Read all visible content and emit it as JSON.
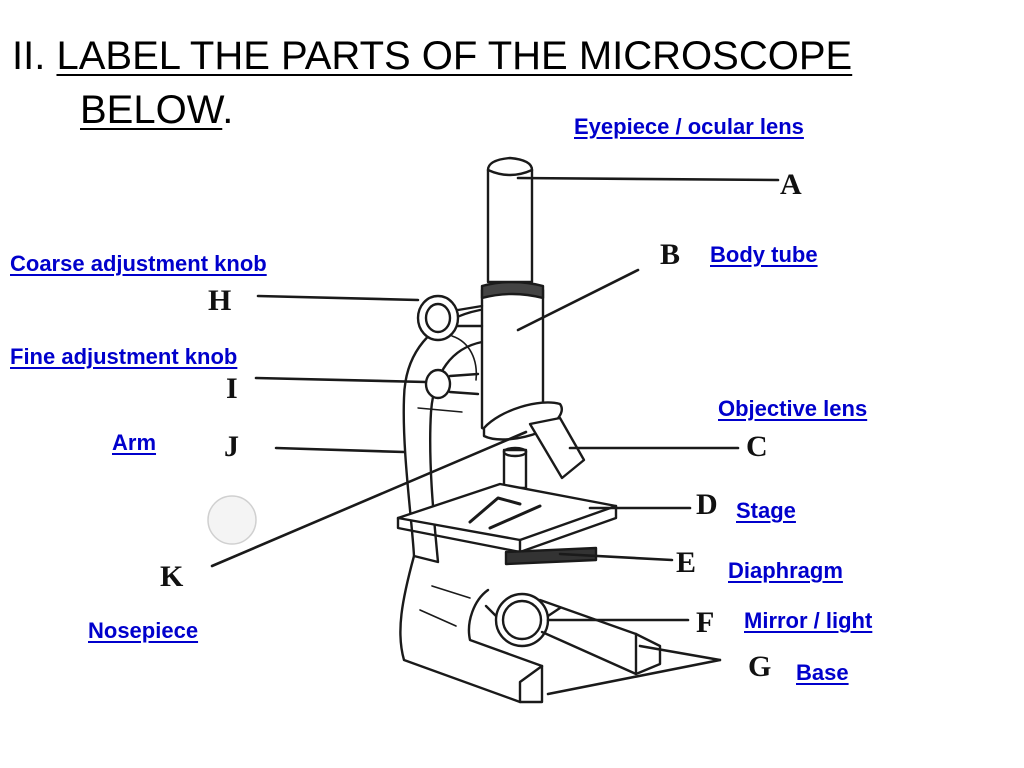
{
  "title": {
    "prefix": "II.",
    "line1": "LABEL THE PARTS OF THE MICROSCOPE",
    "line2": "BELOW",
    "period": "."
  },
  "letters": {
    "A": "A",
    "B": "B",
    "C": "C",
    "D": "D",
    "E": "E",
    "F": "F",
    "G": "G",
    "H": "H",
    "I": "I",
    "J": "J",
    "K": "K"
  },
  "answers": {
    "eyepiece": "Eyepiece / ocular lens",
    "body_tube": "Body tube",
    "coarse_adjustment": "Coarse adjustment knob",
    "fine_adjustment": "Fine adjustment knob",
    "objective": "Objective lens",
    "arm": "Arm",
    "stage": "Stage",
    "diaphragm": "Diaphragm",
    "mirror": "Mirror / light",
    "base": "Base",
    "nosepiece": "Nosepiece"
  },
  "colors": {
    "answer_text": "#0000cc",
    "line_art": "#1a1a1a",
    "title_text": "#000000"
  }
}
